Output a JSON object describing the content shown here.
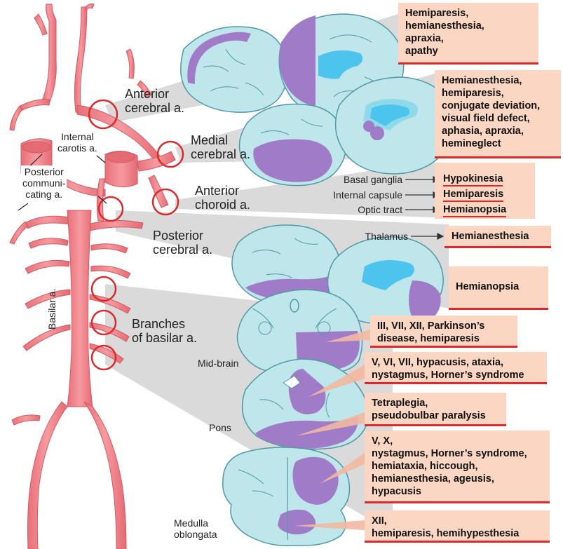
{
  "vessel_labels": {
    "anterior_cerebral": [
      "Anterior",
      "cerebral a."
    ],
    "medial_cerebral": [
      "Medial",
      "cerebral a."
    ],
    "anterior_choroid": [
      "Anterior",
      "choroid a."
    ],
    "posterior_cerebral": [
      "Posterior",
      "cerebral a."
    ],
    "branches_basilar": [
      "Branches",
      "of basilar a."
    ],
    "internal_carotis": [
      "Internal",
      "carotis a."
    ],
    "posterior_communicating": [
      "Posterior",
      "communi-",
      "cating a."
    ],
    "basilar": "Basilar a."
  },
  "brainstem_labels": {
    "midbrain": "Mid-brain",
    "pons": "Pons",
    "medulla": [
      "Medulla",
      "oblongata"
    ]
  },
  "deficit_boxes": {
    "anterior_cerebral": [
      "Hemiparesis,",
      "hemianesthesia,",
      "apraxia,",
      "apathy"
    ],
    "medial_cerebral": [
      "Hemianesthesia,",
      "hemiparesis,",
      "conjugate deviation,",
      "visual field defect,",
      "aphasia, apraxia,",
      "hemineglect"
    ],
    "posterior_cerebral": [
      "Hemianopsia"
    ],
    "midbrain": [
      "III, VII, XII, Parkinson’s",
      "disease, hemiparesis"
    ],
    "pons_upper": [
      "V, VI, VII, hypacusis, ataxia,",
      "nystagmus, Horner’s syndrome"
    ],
    "pons_lower": [
      "Tetraplegia,",
      "pseudobulbar paralysis"
    ],
    "medulla_upper": [
      "V, X,",
      "nystagmus, Horner’s syndrome,",
      "hemiataxia, hiccough,",
      "hemianesthesia, ageusis,",
      "hypacusis"
    ],
    "medulla_lower": [
      "XII,",
      "hemiparesis, hemihypesthesia"
    ]
  },
  "choroid_targets": [
    {
      "structure": "Basal ganglia",
      "deficit": "Hypokinesia"
    },
    {
      "structure": "Internal capsule",
      "deficit": "Hemiparesis"
    },
    {
      "structure": "Optic tract",
      "deficit": "Hemianopsia"
    }
  ],
  "thalamus_target": {
    "structure": "Thalamus",
    "deficit": "Hemianesthesia"
  },
  "colors": {
    "artery": "#f0828a",
    "artery_dark": "#d7616b",
    "brain": "#bfe6ea",
    "brain_line": "#4f9aa6",
    "infarct": "#a07bc8",
    "ventricle": "#4cc4ee",
    "box_fill": "#fbd7c3",
    "box_rule": "#d92b2b",
    "circle": "#d92b2b",
    "wedge": "#d2d2d2"
  }
}
